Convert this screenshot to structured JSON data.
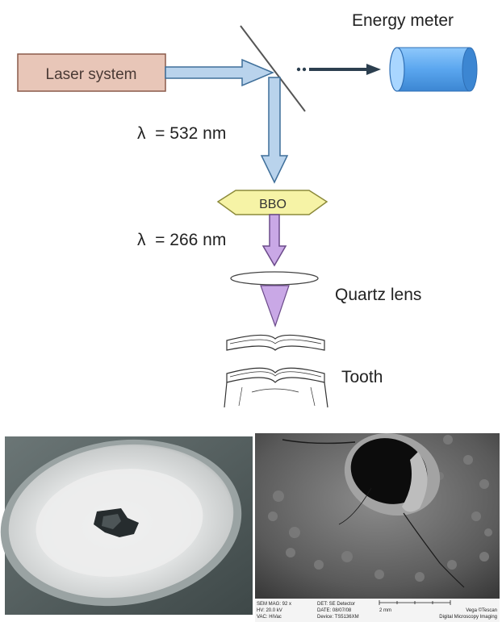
{
  "diagram": {
    "laser_label": "Laser system",
    "energy_meter_label": "Energy meter",
    "wavelength_1": "λ  = 532 nm",
    "crystal_label": "BBO",
    "wavelength_2": "λ  = 266 nm",
    "lens_label": "Quartz lens",
    "tooth_label": "Tooth"
  },
  "colors": {
    "laser_box_fill": "#e8c6b8",
    "laser_box_stroke": "#8a5a4a",
    "beam_green_fill": "#b9d3ec",
    "beam_green_stroke": "#3f6f9a",
    "beam_uv_fill": "#c9a8e6",
    "beam_uv_stroke": "#6b4a8a",
    "bbo_fill": "#f6f3a6",
    "bbo_stroke": "#8c8a3a",
    "meter_fill": "#5aa6ef",
    "meter_stroke": "#2f6fb5"
  },
  "photos": {
    "left_photo": "photograph of tooth slice with ablation crater",
    "right_photo": "SEM image of laser-ablated crater",
    "sem_footer": {
      "mag": "SEM MAG: 92 x",
      "hv": "HV: 20.0 kV",
      "vac": "VAC: HiVac",
      "det": "DET: SE Detector",
      "date": "DATE: 08/07/08",
      "device": "Device: TS5136XM",
      "scale": "2 mm",
      "vega": "Vega ©Tescan",
      "dmi": "Digital Microscopy Imaging"
    }
  }
}
